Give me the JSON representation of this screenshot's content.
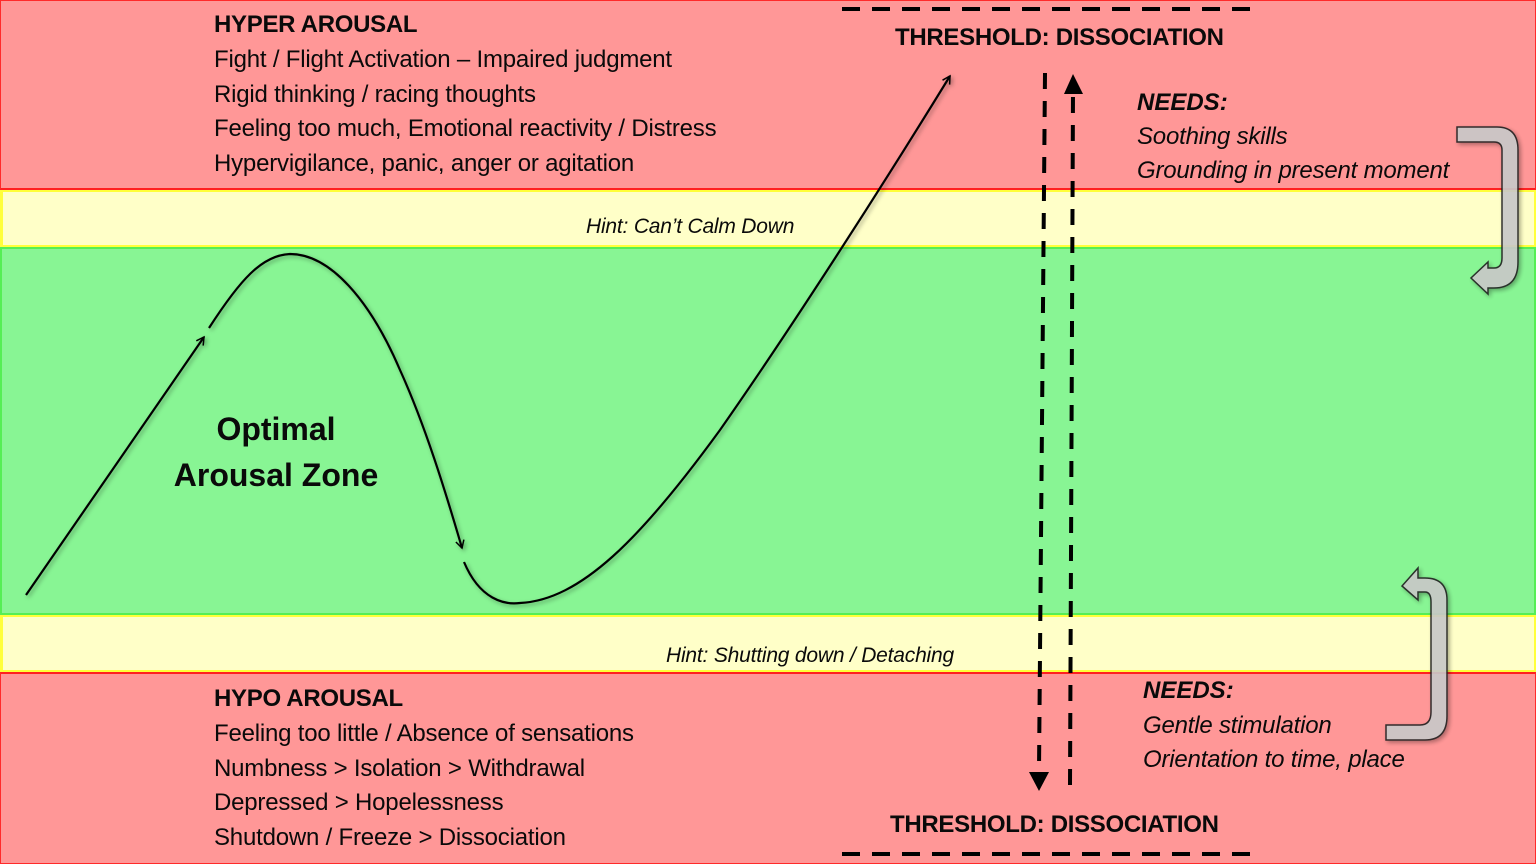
{
  "colors": {
    "danger_zone": "#ff9797",
    "hint_zone": "#ffffc8",
    "optimal_zone": "#88f594",
    "curved_arrow_fill": "#c8c8c8"
  },
  "hyper": {
    "title": "HYPER AROUSAL",
    "items": [
      "Fight / Flight Activation – Impaired judgment",
      "Rigid thinking / racing thoughts",
      "Feeling too much, Emotional reactivity / Distress",
      "Hypervigilance, panic, anger or agitation"
    ],
    "threshold": "THRESHOLD: DISSOCIATION",
    "needs": {
      "title": "NEEDS:",
      "items": [
        "Soothing skills",
        "Grounding in present moment"
      ]
    }
  },
  "hint_top": {
    "text": "Hint: Can’t Calm Down"
  },
  "optimal": {
    "line1": "Optimal",
    "line2": "Arousal Zone"
  },
  "hint_bottom": {
    "text": "Hint: Shutting down / Detaching"
  },
  "hypo": {
    "title": "HYPO AROUSAL",
    "items": [
      "Feeling too little / Absence of sensations",
      "Numbness > Isolation > Withdrawal",
      "Depressed > Hopelessness",
      "Shutdown / Freeze > Dissociation"
    ],
    "threshold": "THRESHOLD: DISSOCIATION",
    "needs": {
      "title": "NEEDS:",
      "items": [
        "Gentle stimulation",
        "Orientation to time, place"
      ]
    }
  }
}
